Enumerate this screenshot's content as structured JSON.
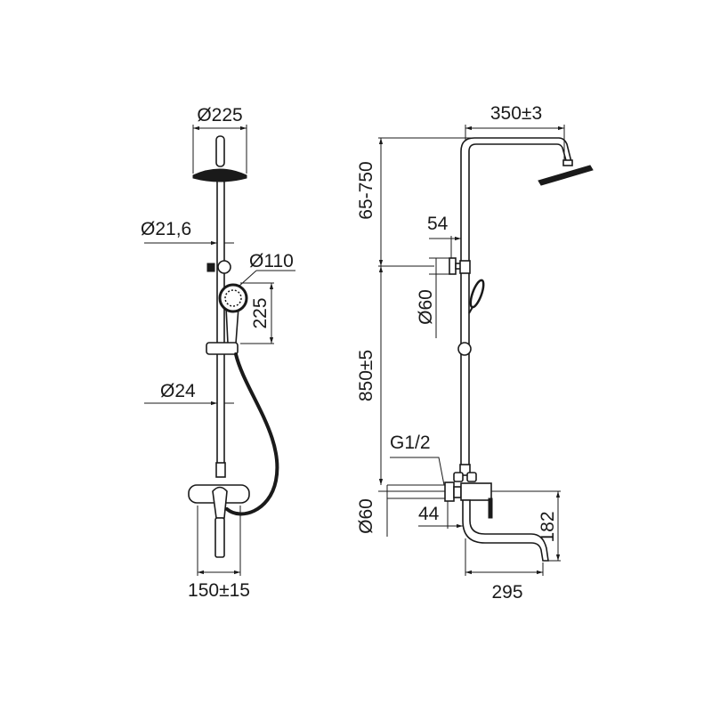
{
  "side_view": {
    "shower_head_diameter": "Ø225",
    "upper_pipe_diameter": "Ø21,6",
    "hand_shower_diameter": "Ø110",
    "hand_shower_length": "225",
    "lower_pipe_diameter": "Ø24",
    "inlet_spacing": "150±15"
  },
  "front_view": {
    "arm_length": "350±3",
    "upper_height": "65-750",
    "bracket_offset": "54",
    "bracket_diameter": "Ø60",
    "main_height": "850±5",
    "thread": "G1/2",
    "escutcheon_diameter": "Ø60",
    "inlet_depth": "44",
    "spout_height": "182",
    "spout_length": "295"
  }
}
